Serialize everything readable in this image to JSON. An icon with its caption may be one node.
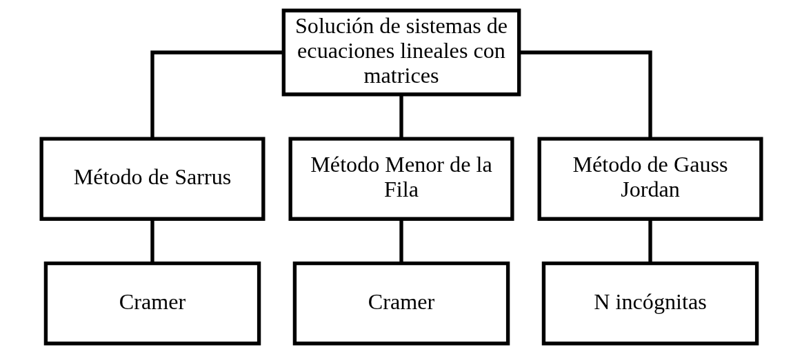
{
  "diagram": {
    "nodes": [
      {
        "text": [
          "Solución de sistemas de ecuaciones lineales con matrices"
        ]
      },
      {
        "text": [
          "Método de Sarrus"
        ]
      },
      {
        "text": [
          "Método Menor de la Fila"
        ]
      },
      {
        "text": [
          "Método de Gauss Jordan"
        ]
      },
      {
        "text": [
          "Cramer"
        ]
      },
      {
        "text": [
          "Cramer"
        ]
      },
      {
        "text": [
          "N incógnitas"
        ]
      }
    ],
    "edges": [
      {
        "from": 0,
        "to": 1,
        "arrow": "none"
      },
      {
        "from": 0,
        "to": 2,
        "arrow": "none"
      },
      {
        "from": 0,
        "to": 3,
        "arrow": "none"
      },
      {
        "from": 1,
        "to": 4,
        "arrow": "none"
      },
      {
        "from": 2,
        "to": 5,
        "arrow": "none"
      },
      {
        "from": 3,
        "to": 6,
        "arrow": "none"
      }
    ]
  }
}
